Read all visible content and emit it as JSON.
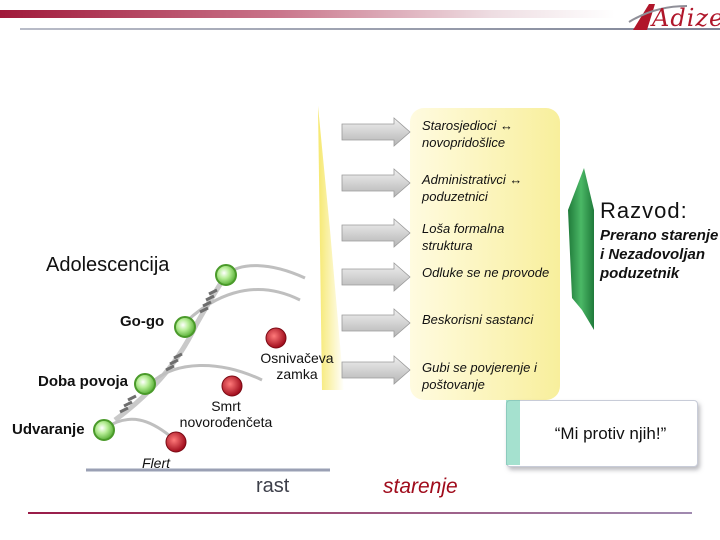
{
  "logo": {
    "text": "Adizes",
    "color": "#b0162a"
  },
  "stages": {
    "adolescencija": "Adolescencija",
    "go_go": "Go-go",
    "doba_povoja": "Doba povoja",
    "udvaranje": "Udvaranje"
  },
  "traps": {
    "osnivaceva_zamka": "Osnivačeva zamka",
    "smrt_novorodenceta": "Smrt novorođenčeta",
    "flert": "Flert"
  },
  "problems": [
    "Starosjedioci ↔ novopridošlice",
    "Administrativci ↔ poduzetnici",
    "Loša formalna struktura",
    "Odluke se ne provode",
    "Beskorisni sastanci",
    "Gubi se povjerenje i poštovanje"
  ],
  "outcome": {
    "title": "Razvod:",
    "subtitle": "Prerano starenje i Nezadovoljan poduzetnik"
  },
  "quote": "“Mi protiv njih!”",
  "axis_labels": {
    "growth": "rast",
    "aging": "starenje"
  },
  "colors": {
    "healthy_node": "#7ccd52",
    "trap_node": "#c8102e",
    "panel": "#fbf4b9",
    "arrow": "#c8c8c8",
    "green_arrow": "#3a9a52",
    "accent_red": "#a00c1c"
  }
}
